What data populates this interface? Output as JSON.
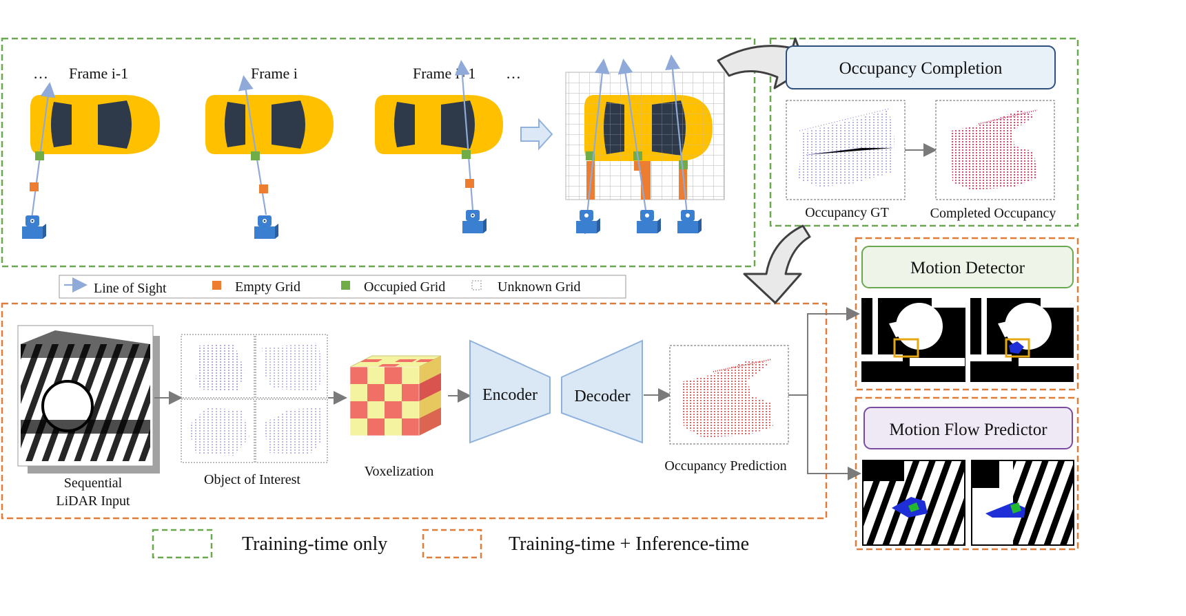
{
  "frames": {
    "ellipsis_left": "…",
    "frame_prev": "Frame i-1",
    "frame_cur": "Frame i",
    "frame_next": "Frame i+1",
    "ellipsis_right": "…"
  },
  "legend": {
    "line_of_sight": "Line of Sight",
    "empty_grid": "Empty Grid",
    "occupied_grid": "Occupied Grid",
    "unknown_grid": "Unknown Grid"
  },
  "completion": {
    "title": "Occupancy Completion",
    "gt_label": "Occupancy GT",
    "completed_label": "Completed Occupancy"
  },
  "pipeline": {
    "lidar_label_1": "Sequential",
    "lidar_label_2": "LiDAR Input",
    "objects_label": "Object of Interest",
    "voxel_label": "Voxelization",
    "encoder": "Encoder",
    "decoder": "Decoder",
    "prediction_label": "Occupancy Prediction"
  },
  "heads": {
    "motion_detector": "Motion Detector",
    "motion_flow": "Motion Flow Predictor"
  },
  "bottom_legend": {
    "training_only": "Training-time only",
    "training_inference": "Training-time + Inference-time"
  },
  "colors": {
    "green_dash": "#6aa84f",
    "orange_dash": "#e07b39",
    "car": "#ffc000",
    "window": "#2e3a4a",
    "sensor": "#3a7fd0",
    "ray": "#8fa9d8",
    "empty": "#ed7d31",
    "occupied": "#70ad47",
    "box": "#e8f0f8"
  }
}
